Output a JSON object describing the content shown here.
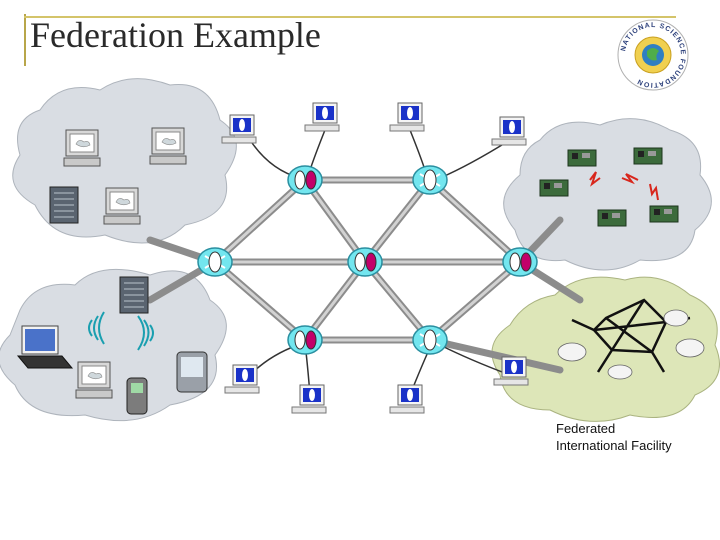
{
  "slide": {
    "title": "Federation Example",
    "caption_line1": "Federated",
    "caption_line2": "International Facility"
  },
  "logo": {
    "ring_text": "NATIONAL SCIENCE FOUNDATION",
    "icon": "globe-icon"
  },
  "colors": {
    "cloud": "#d9dde3",
    "cloud_green": "#dde6b8",
    "router": "#73e6ef",
    "link": "#8c8c8c",
    "node_accent": "#c2006a",
    "title_rule": "#d4c46a"
  }
}
